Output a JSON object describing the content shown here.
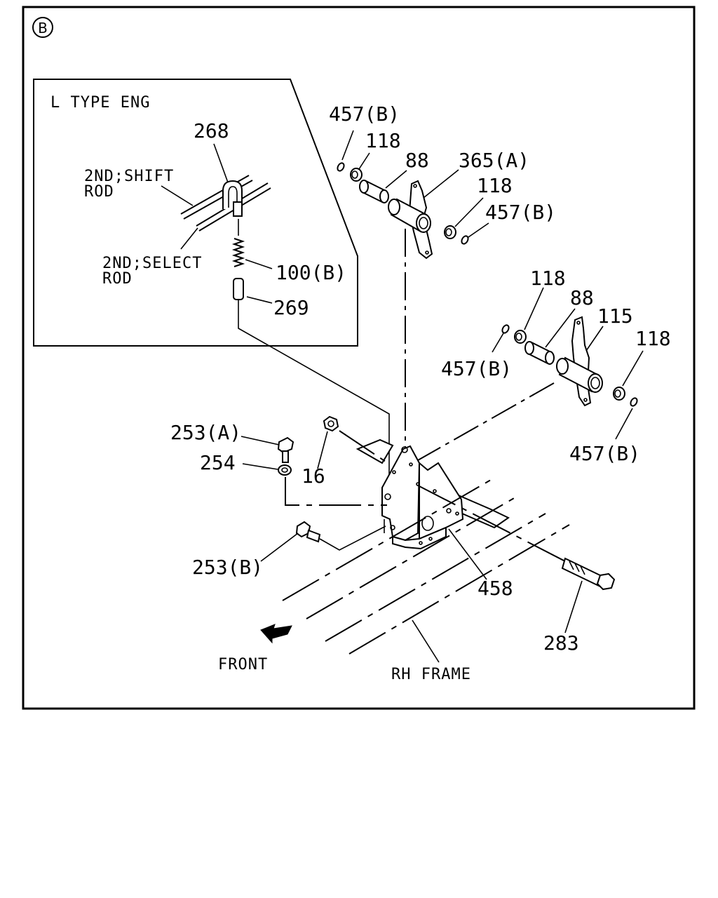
{
  "section_mark": "B",
  "inset": {
    "title": "L TYPE ENG",
    "shift_rod_line1": "2ND;SHIFT",
    "shift_rod_line2": "ROD",
    "select_rod_line1": "2ND;SELECT",
    "select_rod_line2": "ROD",
    "callouts": {
      "c268": "268",
      "c100b": "100(B)",
      "c269": "269"
    }
  },
  "callouts": {
    "c457b_1": "457(B)",
    "c118_1": "118",
    "c88_1": "88",
    "c365a": "365(A)",
    "c118_2": "118",
    "c457b_2": "457(B)",
    "c118_3": "118",
    "c88_2": "88",
    "c115": "115",
    "c118_4": "118",
    "c457b_3": "457(B)",
    "c457b_4": "457(B)",
    "c253a": "253(A)",
    "c254": "254",
    "c16": "16",
    "c253b": "253(B)",
    "c458": "458",
    "c283": "283"
  },
  "labels": {
    "front": "FRONT",
    "rh_frame": "RH FRAME"
  }
}
